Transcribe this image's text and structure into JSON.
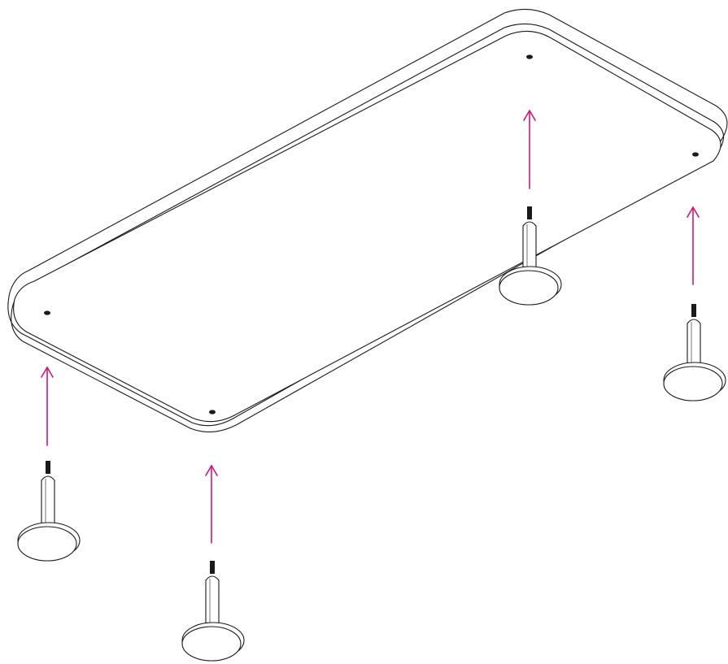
{
  "diagram": {
    "kind": "assembly-instruction",
    "description_visible_text": "",
    "part_count": {
      "panel": 1,
      "feet": 4,
      "arrows": 4,
      "mounting_holes": 4
    },
    "colors": {
      "background": "#ffffff",
      "line": "#1a1a1a",
      "arrow": "#d4147a",
      "fill": "#ffffff"
    },
    "icons": {
      "arrow": "arrow-up-icon",
      "foot": "leveling-foot-icon"
    }
  }
}
